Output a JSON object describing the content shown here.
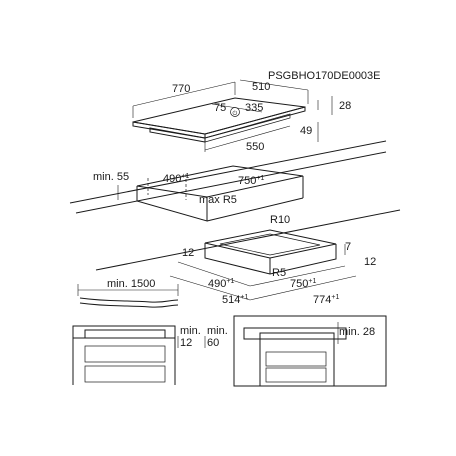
{
  "model_code": "PSGBHO170DE0003E",
  "top_dimensions": {
    "width": "770",
    "depth": "510",
    "offset_a": "75",
    "offset_b": "335",
    "thickness": "28",
    "height": "49",
    "under_width": "550"
  },
  "cutout": {
    "min_edge": "min. 55",
    "depth": "490",
    "depth_tol": "+1",
    "width": "750",
    "width_tol": "+1",
    "radius": "max R5"
  },
  "frame": {
    "r_outer": "R10",
    "r_inner": "R5",
    "lip_left": "12",
    "lip_right": "12",
    "height": "7",
    "inner_depth": "490",
    "inner_depth_tol": "+1",
    "inner_width": "750",
    "inner_width_tol": "+1",
    "outer_depth": "514",
    "outer_depth_tol": "+1",
    "outer_width": "774",
    "outer_width_tol": "+1"
  },
  "cable": {
    "length": "min. 1500"
  },
  "side_left": {
    "gap_a": "min.",
    "gap_a_val": "12",
    "gap_b": "min.",
    "gap_b_val": "60"
  },
  "side_right": {
    "gap": "min. 28"
  }
}
